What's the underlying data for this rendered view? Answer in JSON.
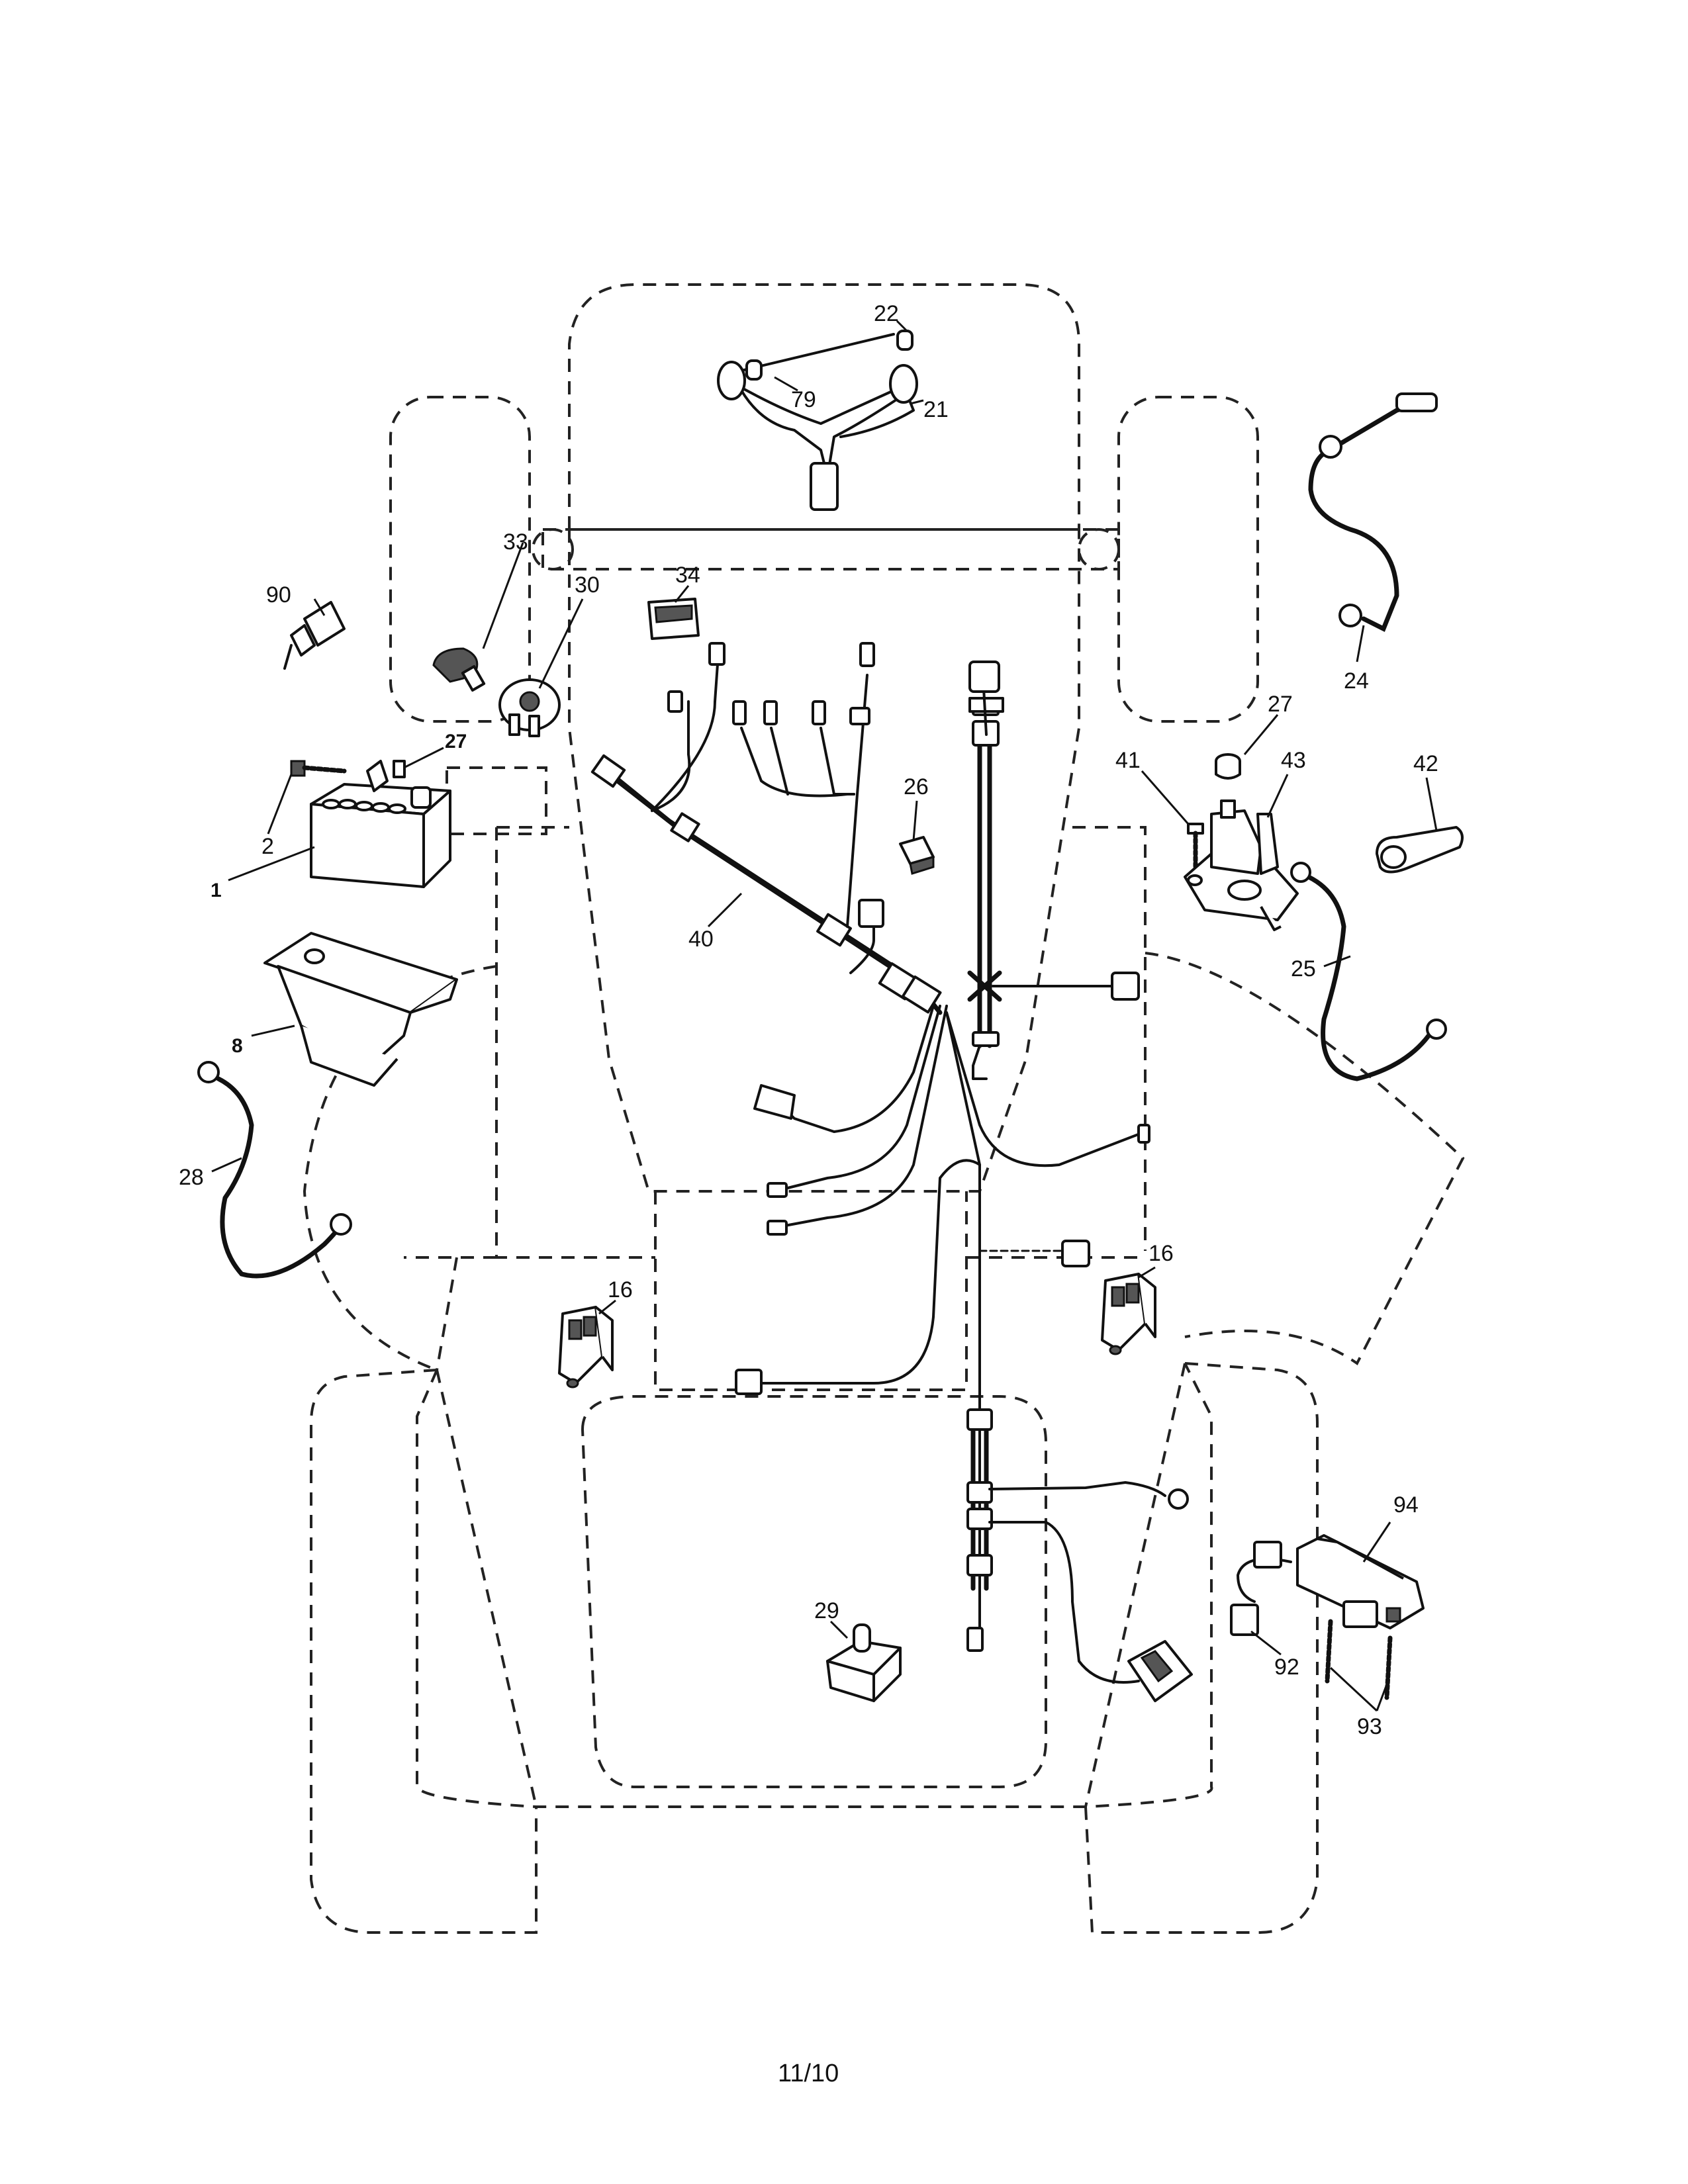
{
  "diagram": {
    "parts": [
      {
        "id": "22",
        "label": "22"
      },
      {
        "id": "79",
        "label": "79"
      },
      {
        "id": "21",
        "label": "21"
      },
      {
        "id": "33",
        "label": "33"
      },
      {
        "id": "90",
        "label": "90"
      },
      {
        "id": "30",
        "label": "30"
      },
      {
        "id": "34",
        "label": "34"
      },
      {
        "id": "27a",
        "label": "27"
      },
      {
        "id": "2",
        "label": "2"
      },
      {
        "id": "1",
        "label": "1"
      },
      {
        "id": "26",
        "label": "26"
      },
      {
        "id": "40",
        "label": "40"
      },
      {
        "id": "8",
        "label": "8"
      },
      {
        "id": "28",
        "label": "28"
      },
      {
        "id": "24",
        "label": "24"
      },
      {
        "id": "27b",
        "label": "27"
      },
      {
        "id": "41",
        "label": "41"
      },
      {
        "id": "43",
        "label": "43"
      },
      {
        "id": "42",
        "label": "42"
      },
      {
        "id": "25",
        "label": "25"
      },
      {
        "id": "16a",
        "label": "16"
      },
      {
        "id": "16b",
        "label": "16"
      },
      {
        "id": "29",
        "label": "29"
      },
      {
        "id": "94",
        "label": "94"
      },
      {
        "id": "92",
        "label": "92"
      },
      {
        "id": "93",
        "label": "93"
      }
    ]
  },
  "footer": {
    "page_number": "11/10"
  }
}
